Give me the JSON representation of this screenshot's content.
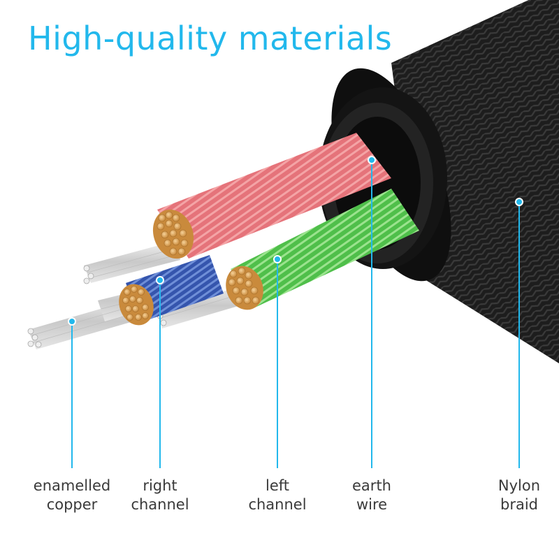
{
  "title": "High-quality materials",
  "accent_color": "#22b8ec",
  "labels": [
    {
      "id": "enamelled-copper",
      "line1": "enamelled",
      "line2": "copper"
    },
    {
      "id": "right-channel",
      "line1": "right",
      "line2": "channel"
    },
    {
      "id": "left-channel",
      "line1": "left",
      "line2": "channel"
    },
    {
      "id": "earth-wire",
      "line1": "earth",
      "line2": "wire"
    },
    {
      "id": "nylon-braid",
      "line1": "Nylon",
      "line2": "braid"
    }
  ],
  "wire_colors": {
    "earth": "#e56f74",
    "left": "#5ec95a",
    "right": "#3f5fb5",
    "copper": "#e0a85a",
    "enamelled": "#dcdcdc",
    "braid": "#1c1c1c"
  }
}
